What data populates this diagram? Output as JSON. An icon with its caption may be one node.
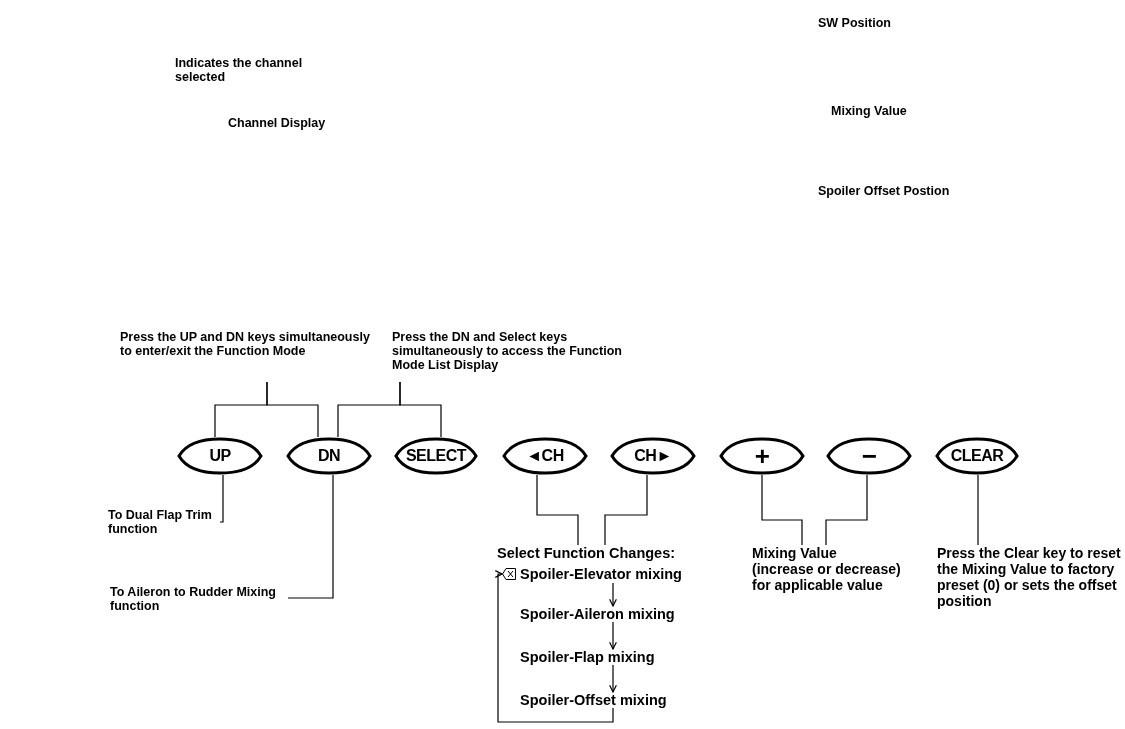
{
  "diagram": {
    "nodes": [
      {
        "text": [
          "Press the UP and DN keys simultaneously to enter/exit the Function Mode"
        ]
      },
      {
        "text": [
          "Press the DN and Select keys simultaneously to access the Function Mode List Display"
        ]
      },
      {
        "text": [
          "UP"
        ]
      },
      {
        "text": [
          "DN"
        ]
      },
      {
        "text": [
          "SELECT"
        ]
      },
      {
        "text": [
          "◄CH"
        ]
      },
      {
        "text": [
          "CH►"
        ]
      },
      {
        "text": [
          "+"
        ]
      },
      {
        "text": [
          "−"
        ]
      },
      {
        "text": [
          "CLEAR"
        ]
      },
      {
        "text": [
          "To Dual Flap Trim function"
        ]
      },
      {
        "text": [
          "To Aileron to Rudder Mixing function"
        ]
      },
      {
        "text": [
          "Select Function Changes:"
        ]
      },
      {
        "text": [
          "Spoiler-Elevator mixing"
        ]
      },
      {
        "text": [
          "Spoiler-Aileron mixing"
        ]
      },
      {
        "text": [
          "Spoiler-Flap mixing"
        ]
      },
      {
        "text": [
          "Spoiler-Offset mixing"
        ]
      },
      {
        "text": [
          "Mixing Value (increase or decrease) for applicable value"
        ]
      },
      {
        "text": [
          "Press the Clear key to reset the Mixing Value to factory preset (0) or sets the offset position"
        ]
      }
    ],
    "edges": [
      {
        "from": 0,
        "to": 2,
        "arrow": "none"
      },
      {
        "from": 0,
        "to": 3,
        "arrow": "none"
      },
      {
        "from": 1,
        "to": 3,
        "arrow": "none"
      },
      {
        "from": 1,
        "to": 4,
        "arrow": "none"
      },
      {
        "from": 10,
        "to": 2,
        "arrow": "none"
      },
      {
        "from": 11,
        "to": 3,
        "arrow": "none"
      },
      {
        "from": 5,
        "to": 12,
        "arrow": "none"
      },
      {
        "from": 6,
        "to": 12,
        "arrow": "none"
      },
      {
        "from": 13,
        "to": 14,
        "arrow": "to"
      },
      {
        "from": 14,
        "to": 15,
        "arrow": "to"
      },
      {
        "from": 15,
        "to": 16,
        "arrow": "to"
      },
      {
        "from": 16,
        "to": 13,
        "arrow": "to"
      },
      {
        "from": 7,
        "to": 17,
        "arrow": "none"
      },
      {
        "from": 8,
        "to": 17,
        "arrow": "none"
      },
      {
        "from": 9,
        "to": 18,
        "arrow": "none"
      }
    ],
    "labels": [
      "SW Position",
      "Indicates the channel selected",
      "Channel Display",
      "Mixing Value",
      "Spoiler Offset Postion"
    ]
  }
}
